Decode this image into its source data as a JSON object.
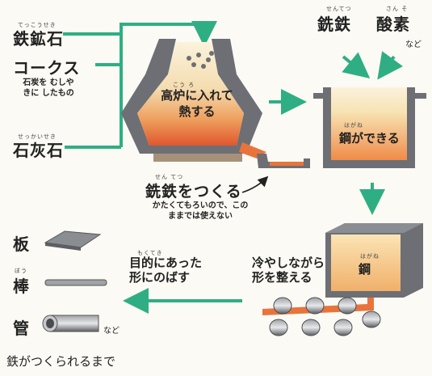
{
  "raw_materials": {
    "iron_ore": "鉄鉱石",
    "iron_ore_ruby": "てっこうせき",
    "coke": "コークス",
    "coke_note": "石炭を むしやきに したもの",
    "limestone": "石灰石",
    "limestone_ruby": "せっかいせき"
  },
  "blast_furnace": {
    "label": "高炉に入れて 熱する",
    "ruby": "こう ろ"
  },
  "pig_iron": {
    "label": "銑鉄をつくる",
    "ruby": "せん てつ",
    "note": "かたくてもろいので、このままでは使えない"
  },
  "converter": {
    "input1": "銑鉄",
    "input1_ruby": "せんてつ",
    "input2": "酸素",
    "input2_ruby": "さん そ",
    "etc": "など",
    "label": "鋼ができる",
    "label_ruby": "はがね"
  },
  "rolling": {
    "steel_label": "鋼",
    "steel_ruby": "はがね",
    "process": "冷やしながら 形を整える"
  },
  "products": {
    "purpose": "目的にあった 形にのばす",
    "purpose_ruby": "もくてき",
    "plate": "板",
    "rod": "棒",
    "rod_ruby": "ぼう",
    "pipe": "管",
    "etc": "など"
  },
  "caption": "鉄がつくられるまで",
  "colors": {
    "arrow_green": "#2fae84",
    "molten_orange": "#e8743c",
    "steel_cream": "#f6cf8a",
    "metal_grey": "#6d6f74"
  }
}
